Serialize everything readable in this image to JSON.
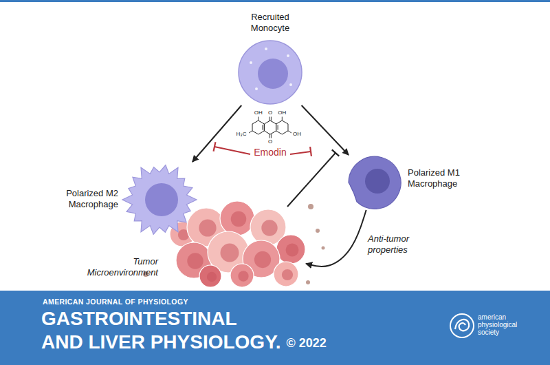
{
  "diagram": {
    "nodes": [
      {
        "text": [
          "Recruited Monocyte"
        ]
      },
      {
        "text": [
          "Polarized M2 Macrophage"
        ]
      },
      {
        "text": [
          "Polarized M1 Macrophage"
        ]
      },
      {
        "text": [
          "Tumor Microenvironment"
        ]
      }
    ],
    "edges": [
      {
        "from": 0,
        "to": 1,
        "arrow": "to"
      },
      {
        "from": 0,
        "to": 2,
        "arrow": "to"
      },
      {
        "from": 2,
        "to": 3,
        "label": "Anti-tumor properties",
        "arrow": "to"
      }
    ],
    "labels": [
      "OH",
      "O",
      "OH",
      "H₃C",
      "OH",
      "O",
      "Emodin",
      "AMERICAN JOURNAL OF PHYSIOLOGY",
      "GASTROINTESTINAL",
      "AND LIVER PHYSIOLOGY.",
      "© 2022",
      "american physiological society"
    ]
  }
}
